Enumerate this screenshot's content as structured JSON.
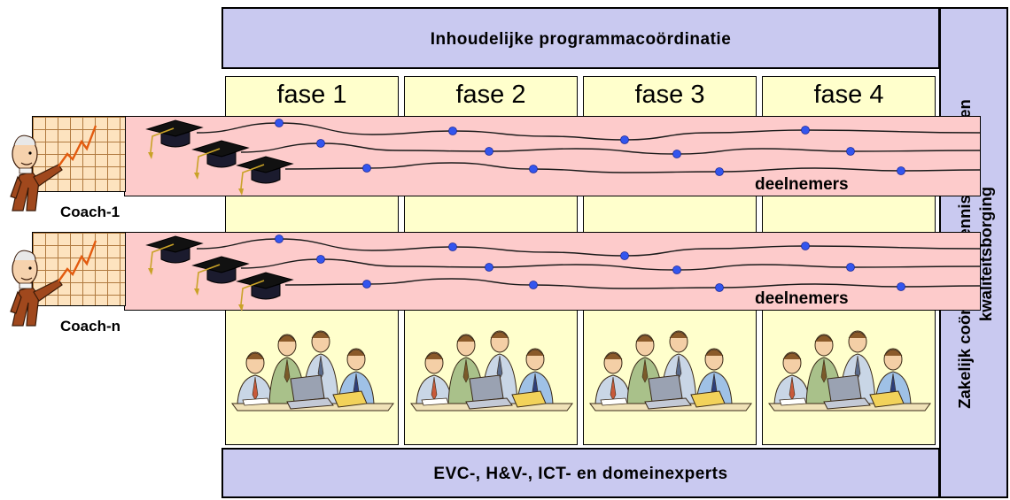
{
  "top_bar": {
    "label": "Inhoudelijke programmacoördinatie"
  },
  "bottom_bar": {
    "label": "EVC-, H&V-, ICT- en domeinexperts"
  },
  "side_bar": {
    "line1": "Zakelijk coördinatie, kenniscirculatie en",
    "line2": "kwaliteitsborging"
  },
  "phases": [
    "fase 1",
    "fase 2",
    "fase 3",
    "fase 4"
  ],
  "coaches": [
    {
      "name": "Coach-1",
      "band_label": "deelnemers"
    },
    {
      "name": "Coach-n",
      "band_label": "deelnemers"
    }
  ],
  "icons": {
    "coach": "coach-presenting-chart-icon",
    "graduate": "graduation-cap-icon",
    "team": "team-meeting-laptop-icon"
  },
  "colors": {
    "coordination_bars": "#c9c9f0",
    "phase_columns": "#ffffcc",
    "participant_bands": "#fdcbcb",
    "milestone_dots": "#3355ee"
  }
}
